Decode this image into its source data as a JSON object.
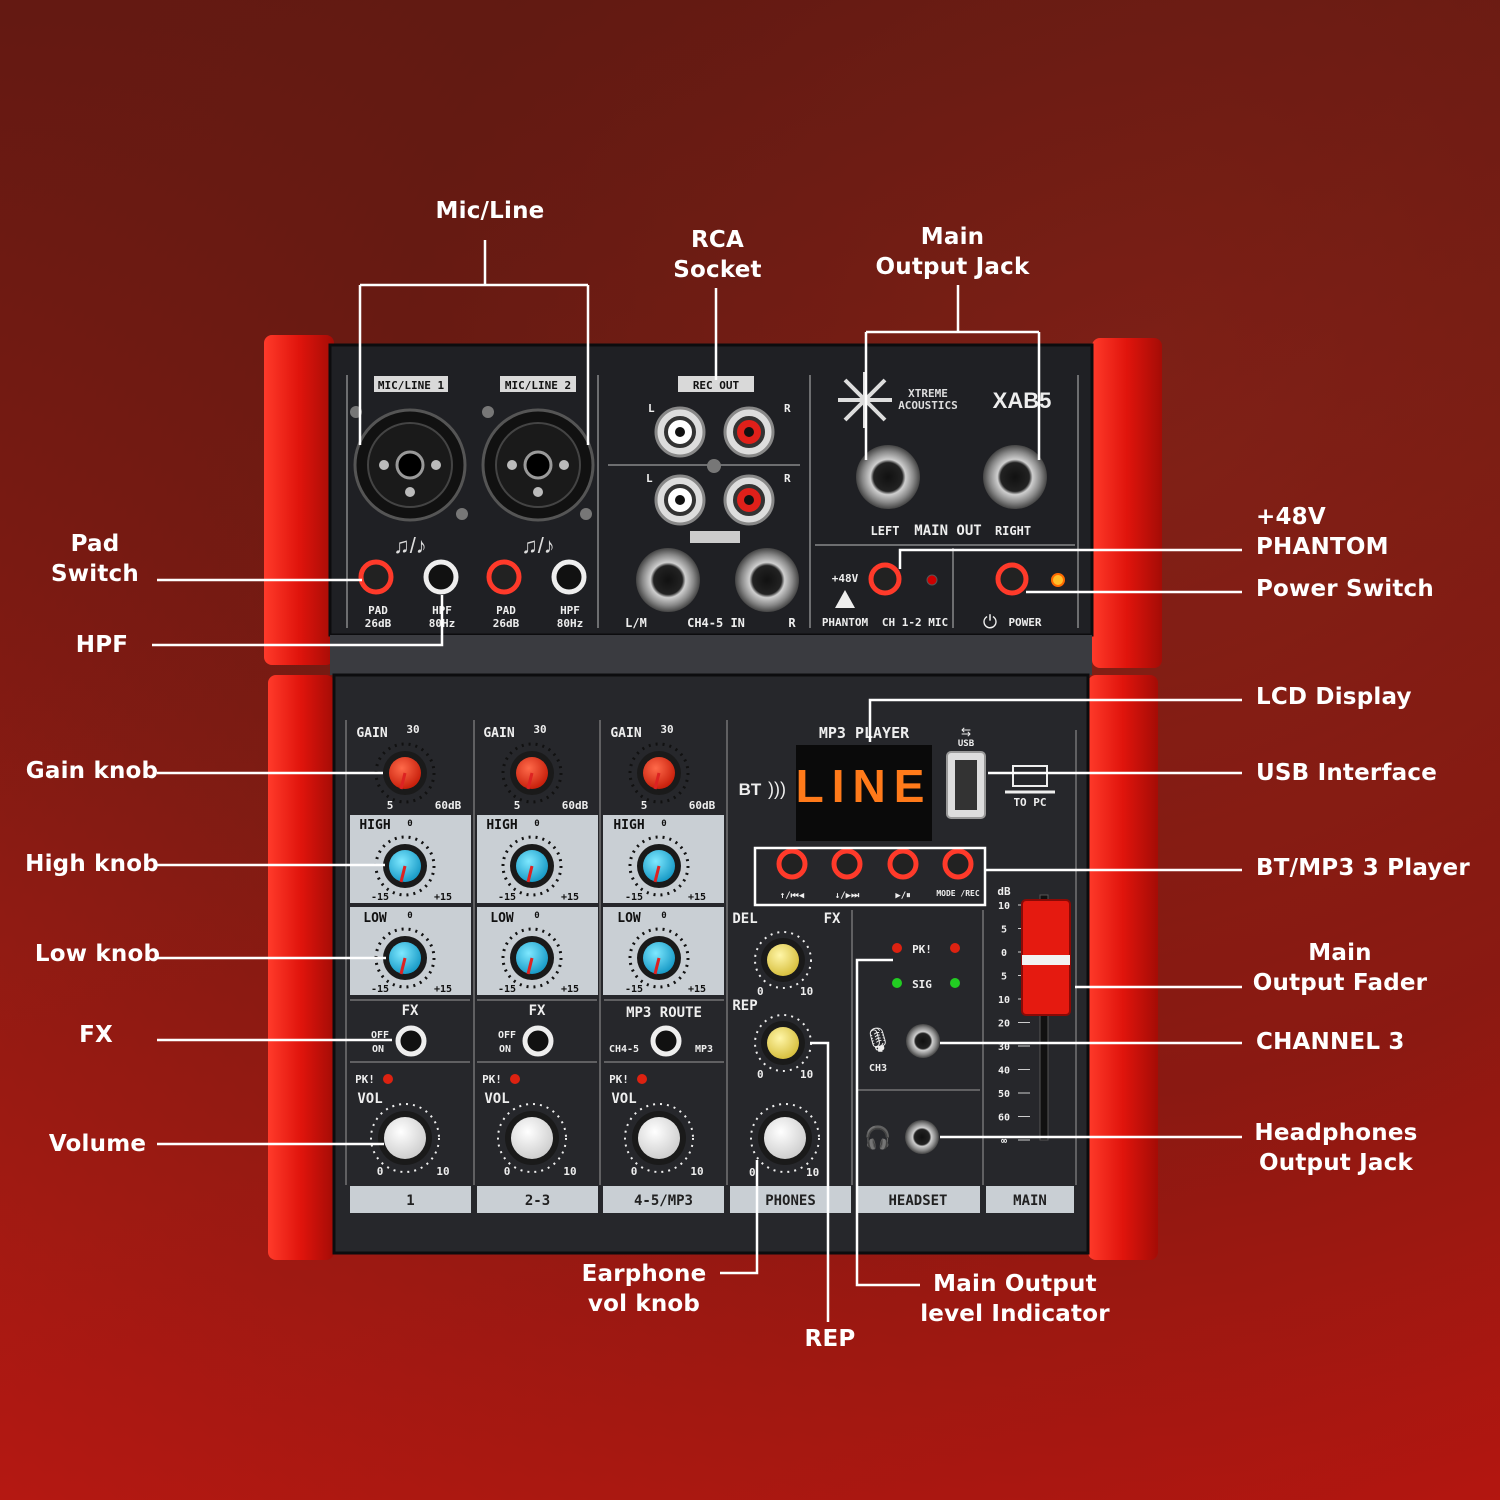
{
  "callouts": {
    "mic_line": "Mic/Line",
    "rca_socket": "RCA\nSocket",
    "main_output_jack": "Main\nOutput Jack",
    "pad_switch": "Pad\nSwitch",
    "hpf": "HPF",
    "gain_knob": "Gain knob",
    "high_knob": "High knob",
    "low_knob": "Low knob",
    "fx": "FX",
    "volume": "Volume",
    "phantom_48v": "+48V\nPHANTOM",
    "power_switch": "Power Switch",
    "lcd_display": "LCD Display",
    "usb_interface": "USB Interface",
    "bt_mp3_player": "BT/MP3 3 Player",
    "main_output_fader": "Main\nOutput Fader",
    "channel_3": "CHANNEL 3",
    "headphones_output_jack": "Headphones\nOutput Jack",
    "earphone_vol_knob": "Earphone\nvol knob",
    "main_output_level_indicator": "Main Output\nlevel Indicator",
    "rep": "REP"
  },
  "device": {
    "brand_line1": "XTREME",
    "brand_line2": "ACOUSTICS",
    "model": "XAB5",
    "lcd_text": "LINE",
    "top": {
      "mic_line_1": "MIC/LINE 1",
      "mic_line_2": "MIC/LINE 2",
      "rec_out": "REC OUT",
      "rca_l": "L",
      "rca_r": "R",
      "pad": "PAD",
      "pad_db": "26dB",
      "hpf": "HPF",
      "hpf_hz": "80Hz",
      "lm": "L/M",
      "ch45_in": "CH4-5 IN",
      "r": "R",
      "left": "LEFT",
      "main_out": "MAIN OUT",
      "right": "RIGHT",
      "plus48v": "+48V",
      "phantom": "PHANTOM",
      "ch12mic": "CH 1-2 MIC",
      "power": "POWER"
    },
    "strip": {
      "gain": "GAIN",
      "gain_top": "30",
      "gain_min": "5",
      "gain_max": "60dB",
      "high": "HIGH",
      "low": "LOW",
      "eq_zero": "0",
      "eq_min": "-15",
      "eq_max": "+15",
      "fx": "FX",
      "off": "OFF",
      "on": "ON",
      "mp3_route": "MP3 ROUTE",
      "ch45": "CH4-5",
      "mp3": "MP3",
      "pk": "PK!",
      "vol": "VOL",
      "vol_min": "0",
      "vol_max": "10"
    },
    "channel_names": [
      "1",
      "2-3",
      "4-5/MP3",
      "PHONES",
      "HEADSET",
      "MAIN"
    ],
    "mp3_player": "MP3 PLAYER",
    "bt": "BT",
    "usb": "USB",
    "to_pc": "TO PC",
    "mp3_buttons": [
      "↑/⏮◀",
      "↓/▶⏭",
      "▶/⏸",
      "MODE /REC"
    ],
    "del": "DEL",
    "fx": "FX",
    "rep": "REP",
    "fx_min": "0",
    "fx_max": "10",
    "pk": "PK!",
    "sig": "SIG",
    "ch3": "CH3",
    "db": "dB",
    "fader_scale": [
      "10",
      "5",
      "0",
      "5",
      "10",
      "20",
      "30",
      "40",
      "50",
      "60",
      "∞"
    ]
  }
}
